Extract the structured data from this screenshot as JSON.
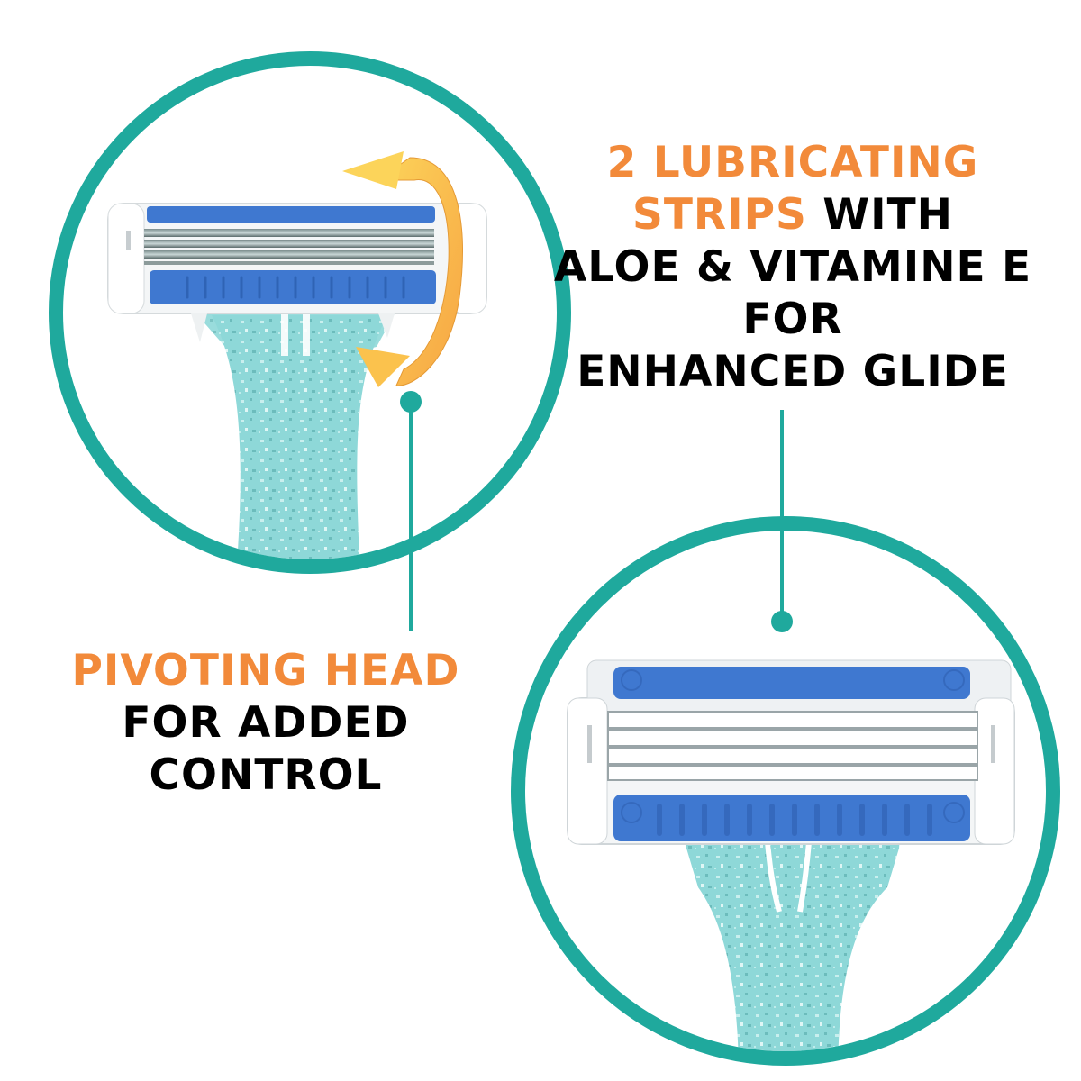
{
  "colors": {
    "teal": "#1fa99d",
    "orange": "#f28a3a",
    "text": "#000000",
    "blue": "#3f78d0",
    "handle": "#8fd6d6",
    "arrow": "#f9b949"
  },
  "captions": {
    "lubricating": {
      "line1_orange": "2 LUBRICATING",
      "line2_orange": "STRIPS",
      "line2_black": " WITH",
      "line3": "ALOE & VITAMINE E",
      "line4": "FOR",
      "line5": "ENHANCED GLIDE"
    },
    "pivoting": {
      "line1_orange": "PIVOTING HEAD",
      "line2": "FOR ADDED",
      "line3": "CONTROL"
    }
  },
  "images": {
    "top_left": "razor-head-with-pivot-arrow",
    "bottom_right": "razor-head-front-closeup"
  }
}
